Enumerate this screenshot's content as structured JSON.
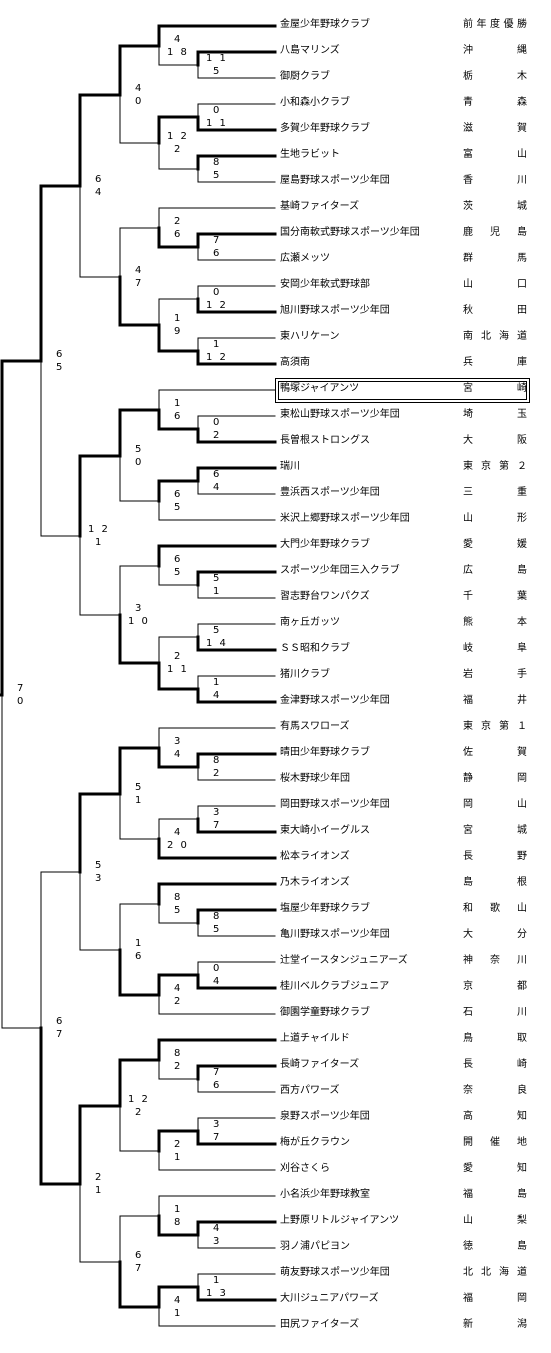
{
  "teams": [
    {
      "name": "金屋少年野球クラブ",
      "pref": "前年度優勝"
    },
    {
      "name": "八島マリンズ",
      "pref": "沖縄"
    },
    {
      "name": "御厨クラブ",
      "pref": "栃木"
    },
    {
      "name": "小和森小クラブ",
      "pref": "青森"
    },
    {
      "name": "多賀少年野球クラブ",
      "pref": "滋賀"
    },
    {
      "name": "生地ラビット",
      "pref": "富山"
    },
    {
      "name": "屋島野球スポーツ少年団",
      "pref": "香川"
    },
    {
      "name": "基崎ファイターズ",
      "pref": "茨城"
    },
    {
      "name": "国分南軟式野球スポーツ少年団",
      "pref": "鹿児島"
    },
    {
      "name": "広瀬メッツ",
      "pref": "群馬"
    },
    {
      "name": "安岡少年軟式野球部",
      "pref": "山口"
    },
    {
      "name": "旭川野球スポーツ少年団",
      "pref": "秋田"
    },
    {
      "name": "東ハリケーン",
      "pref": "南北海道"
    },
    {
      "name": "高須南",
      "pref": "兵庫"
    },
    {
      "name": "鴨塚ジャイアンツ",
      "pref": "宮崎"
    },
    {
      "name": "東松山野球スポーツ少年団",
      "pref": "埼玉"
    },
    {
      "name": "長曽根ストロングス",
      "pref": "大阪"
    },
    {
      "name": "瑞川",
      "pref": "東京第２"
    },
    {
      "name": "豊浜西スポーツ少年団",
      "pref": "三重"
    },
    {
      "name": "米沢上郷野球スポーツ少年団",
      "pref": "山形"
    },
    {
      "name": "大門少年野球クラブ",
      "pref": "愛媛"
    },
    {
      "name": "スポーツ少年団三入クラブ",
      "pref": "広島"
    },
    {
      "name": "習志野台ワンパクズ",
      "pref": "千葉"
    },
    {
      "name": "南ヶ丘ガッツ",
      "pref": "熊本"
    },
    {
      "name": "ＳＳ昭和クラブ",
      "pref": "岐阜"
    },
    {
      "name": "猪川クラブ",
      "pref": "岩手"
    },
    {
      "name": "金津野球スポーツ少年団",
      "pref": "福井"
    },
    {
      "name": "有馬スワローズ",
      "pref": "東京第１"
    },
    {
      "name": "晴田少年野球クラブ",
      "pref": "佐賀"
    },
    {
      "name": "桜木野球少年団",
      "pref": "静岡"
    },
    {
      "name": "岡田野球スポーツ少年団",
      "pref": "岡山"
    },
    {
      "name": "東大崎小イーグルス",
      "pref": "宮城"
    },
    {
      "name": "松本ライオンズ",
      "pref": "長野"
    },
    {
      "name": "乃木ライオンズ",
      "pref": "島根"
    },
    {
      "name": "塩屋少年野球クラブ",
      "pref": "和歌山"
    },
    {
      "name": "亀川野球スポーツ少年団",
      "pref": "大分"
    },
    {
      "name": "辻堂イースタンジュニアーズ",
      "pref": "神奈川"
    },
    {
      "name": "桂川ベルクラブジュニア",
      "pref": "京都"
    },
    {
      "name": "御園学童野球クラブ",
      "pref": "石川"
    },
    {
      "name": "上道チャイルド",
      "pref": "鳥取"
    },
    {
      "name": "長崎ファイターズ",
      "pref": "長崎"
    },
    {
      "name": "西方パワーズ",
      "pref": "奈良"
    },
    {
      "name": "泉野スポーツ少年団",
      "pref": "高知"
    },
    {
      "name": "梅が丘クラウン",
      "pref": "開催地"
    },
    {
      "name": "刈谷さくら",
      "pref": "愛知"
    },
    {
      "name": "小名浜少年野球教室",
      "pref": "福島"
    },
    {
      "name": "上野原リトルジャイアンツ",
      "pref": "山梨"
    },
    {
      "name": "羽ノ浦パピヨン",
      "pref": "徳島"
    },
    {
      "name": "萌友野球スポーツ少年団",
      "pref": "北北海道"
    },
    {
      "name": "大川ジュニアパワーズ",
      "pref": "福岡"
    },
    {
      "name": "田尻ファイターズ",
      "pref": "新潟"
    }
  ],
  "highlighted_team": 14,
  "matches": [
    {
      "a": 1,
      "b": 2,
      "sa": "1 1",
      "sb": "5",
      "w": "a"
    },
    {
      "a": 0,
      "b": "m0",
      "sa": "4",
      "sb": "1 8",
      "w": "a"
    },
    {
      "a": 3,
      "b": 4,
      "sa": "0",
      "sb": "1 1",
      "w": "b"
    },
    {
      "a": 5,
      "b": 6,
      "sa": "8",
      "sb": "5",
      "w": "a"
    },
    {
      "a": "m2",
      "b": "m3",
      "sa": "1 2",
      "sb": "2",
      "w": "a"
    },
    {
      "a": "m1",
      "b": "m4",
      "sa": "4",
      "sb": "0",
      "w": "a"
    },
    {
      "a": 8,
      "b": 9,
      "sa": "7",
      "sb": "6",
      "w": "a"
    },
    {
      "a": 7,
      "b": "m6",
      "sa": "2",
      "sb": "6",
      "w": "b"
    },
    {
      "a": 10,
      "b": 11,
      "sa": "0",
      "sb": "1 2",
      "w": "b"
    },
    {
      "a": 12,
      "b": 13,
      "sa": "1",
      "sb": "1 2",
      "w": "b"
    },
    {
      "a": "m8",
      "b": "m9",
      "sa": "1",
      "sb": "9",
      "w": "b"
    },
    {
      "a": "m7",
      "b": "m10",
      "sa": "4",
      "sb": "7",
      "w": "b"
    },
    {
      "a": "m5",
      "b": "m11",
      "sa": "6",
      "sb": "4",
      "w": "a"
    },
    {
      "a": 15,
      "b": 16,
      "sa": "0",
      "sb": "2",
      "w": "b"
    },
    {
      "a": 14,
      "b": "m13",
      "sa": "1",
      "sb": "6",
      "w": "b"
    },
    {
      "a": 17,
      "b": 18,
      "sa": "6",
      "sb": "4",
      "w": "a"
    },
    {
      "a": "m15",
      "b": 19,
      "sa": "6",
      "sb": "5",
      "w": "a"
    },
    {
      "a": "m14",
      "b": "m16",
      "sa": "5",
      "sb": "0",
      "w": "a"
    },
    {
      "a": 21,
      "b": 22,
      "sa": "5",
      "sb": "1",
      "w": "a"
    },
    {
      "a": 20,
      "b": "m18",
      "sa": "6",
      "sb": "5",
      "w": "a"
    },
    {
      "a": 23,
      "b": 24,
      "sa": "5",
      "sb": "1 4",
      "w": "b"
    },
    {
      "a": 25,
      "b": 26,
      "sa": "1",
      "sb": "4",
      "w": "b"
    },
    {
      "a": "m20",
      "b": "m21",
      "sa": "2",
      "sb": "1 1",
      "w": "b"
    },
    {
      "a": "m19",
      "b": "m22",
      "sa": "3",
      "sb": "1 0",
      "w": "b"
    },
    {
      "a": "m17",
      "b": "m23",
      "sa": "1 2",
      "sb": "1",
      "w": "a"
    },
    {
      "a": "m12",
      "b": "m24",
      "sa": "6",
      "sb": "5",
      "w": "a"
    },
    {
      "a": 28,
      "b": 29,
      "sa": "8",
      "sb": "2",
      "w": "a"
    },
    {
      "a": 27,
      "b": "m26",
      "sa": "3",
      "sb": "4",
      "w": "b"
    },
    {
      "a": 30,
      "b": 31,
      "sa": "3",
      "sb": "7",
      "w": "b"
    },
    {
      "a": "m28",
      "b": 32,
      "sa": "4",
      "sb": "2 0",
      "w": "b"
    },
    {
      "a": "m27",
      "b": "m29",
      "sa": "5",
      "sb": "1",
      "w": "a"
    },
    {
      "a": 34,
      "b": 35,
      "sa": "8",
      "sb": "5",
      "w": "a"
    },
    {
      "a": 33,
      "b": "m31",
      "sa": "8",
      "sb": "5",
      "w": "a"
    },
    {
      "a": 36,
      "b": 37,
      "sa": "0",
      "sb": "4",
      "w": "b"
    },
    {
      "a": "m33",
      "b": 38,
      "sa": "4",
      "sb": "2",
      "w": "a"
    },
    {
      "a": "m32",
      "b": "m34",
      "sa": "1",
      "sb": "6",
      "w": "b"
    },
    {
      "a": "m30",
      "b": "m35",
      "sa": "5",
      "sb": "3",
      "w": "a"
    },
    {
      "a": 40,
      "b": 41,
      "sa": "7",
      "sb": "6",
      "w": "a"
    },
    {
      "a": 39,
      "b": "m37",
      "sa": "8",
      "sb": "2",
      "w": "a"
    },
    {
      "a": 42,
      "b": 43,
      "sa": "3",
      "sb": "7",
      "w": "b"
    },
    {
      "a": "m39",
      "b": 44,
      "sa": "2",
      "sb": "1",
      "w": "a"
    },
    {
      "a": "m38",
      "b": "m40",
      "sa": "1 2",
      "sb": "2",
      "w": "a"
    },
    {
      "a": 46,
      "b": 47,
      "sa": "4",
      "sb": "3",
      "w": "a"
    },
    {
      "a": 45,
      "b": "m42",
      "sa": "1",
      "sb": "8",
      "w": "b"
    },
    {
      "a": 48,
      "b": 49,
      "sa": "1",
      "sb": "1 3",
      "w": "b"
    },
    {
      "a": "m44",
      "b": 50,
      "sa": "4",
      "sb": "1",
      "w": "a"
    },
    {
      "a": "m43",
      "b": "m45",
      "sa": "6",
      "sb": "7",
      "w": "b"
    },
    {
      "a": "m41",
      "b": "m46",
      "sa": "2",
      "sb": "1",
      "w": "a"
    },
    {
      "a": "m36",
      "b": "m47",
      "sa": "6",
      "sb": "7",
      "w": "b"
    },
    {
      "a": "m25",
      "b": "m48",
      "sa": "7",
      "sb": "0",
      "w": "a"
    }
  ]
}
